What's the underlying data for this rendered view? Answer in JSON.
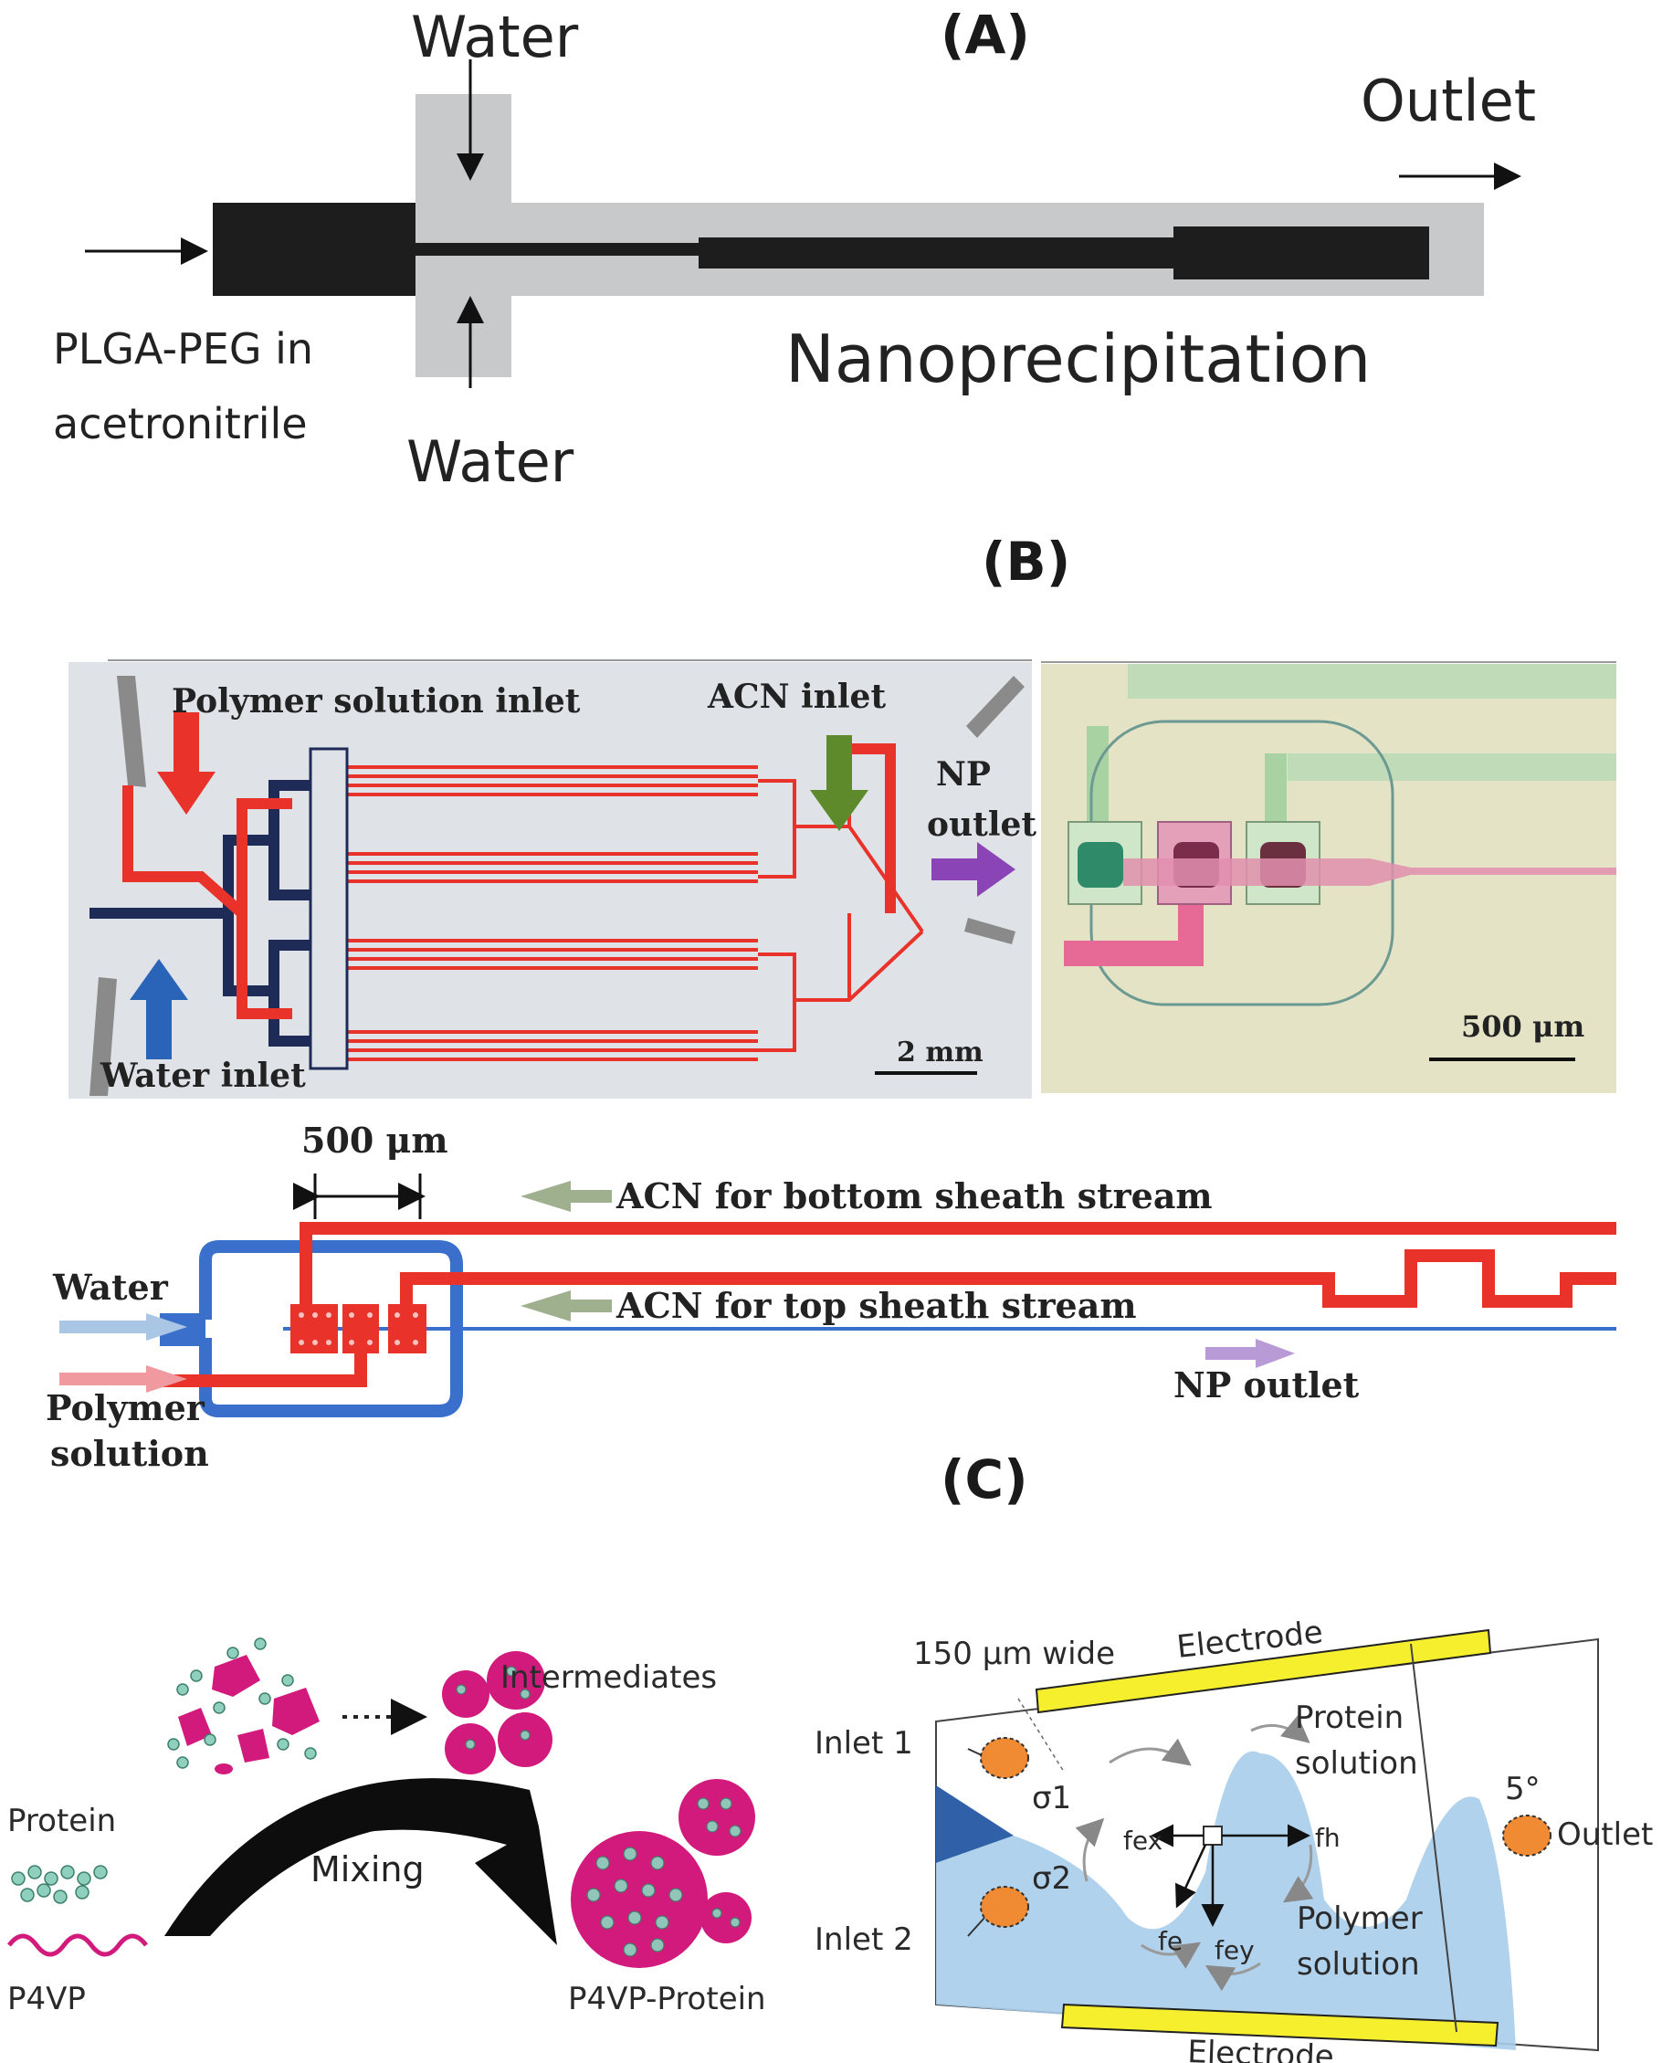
{
  "panel_a": {
    "label": "(A)",
    "water_top": "Water",
    "water_bottom": "Water",
    "outlet": "Outlet",
    "inlet_line1": "PLGA-PEG in",
    "inlet_line2": "acetronitrile",
    "region": "Nanoprecipitation"
  },
  "panel_b": {
    "label": "(B)",
    "photo_left": {
      "polymer_inlet": "Polymer solution inlet",
      "acn_inlet": "ACN inlet",
      "np_outlet_1": "NP",
      "np_outlet_2": "outlet",
      "water_inlet": "Water inlet",
      "scale": "2 mm"
    },
    "photo_right": {
      "scale": "500 μm"
    },
    "schematic": {
      "scale": "500 μm",
      "acn_bottom": "ACN for bottom sheath stream",
      "acn_top": "ACN for top sheath stream",
      "water": "Water",
      "polymer_1": "Polymer",
      "polymer_2": "solution",
      "np_outlet": "NP outlet"
    }
  },
  "panel_c": {
    "label": "(C)",
    "left": {
      "intermediates": "Intermediates",
      "protein": "Protein",
      "mixing": "Mixing",
      "p4vp": "P4VP",
      "product": "P4VP-Protein"
    },
    "right": {
      "width": "150 μm wide",
      "electrode_top": "Electrode",
      "electrode_bottom": "Electrode",
      "inlet1": "Inlet 1",
      "inlet2": "Inlet 2",
      "outlet": "Outlet",
      "angle": "5°",
      "protein_1": "Protein",
      "protein_2": "solution",
      "polymer_1": "Polymer",
      "polymer_2": "solution",
      "sigma1": "σ1",
      "sigma2": "σ2",
      "f_ex": "fex",
      "f_h": "fh",
      "f_e": "fe",
      "f_ey": "fey"
    }
  },
  "colors": {
    "channel_black": "#1d1d1d",
    "channel_grey": "#c8c9cb",
    "red": "#e8322a",
    "blue": "#3a6fcb",
    "green_arrow": "#9fb08f",
    "purple_arrow": "#9d7bc4",
    "electrode": "#f5ef2e",
    "fluid_blue": "#a9cdea",
    "orange": "#f08a33"
  }
}
